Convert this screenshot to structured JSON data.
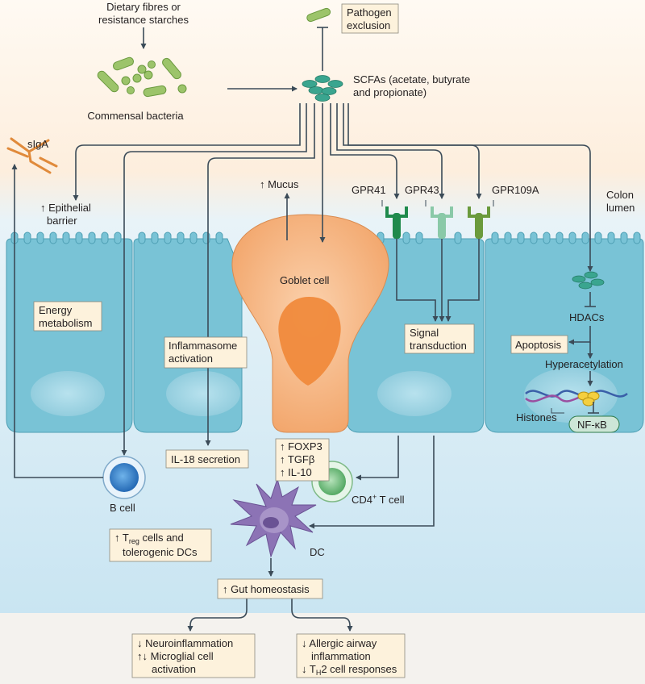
{
  "labels": {
    "dietary_fibres_line1": "Dietary fibres or",
    "dietary_fibres_line2": "resistance starches",
    "commensal_bacteria": "Commensal bacteria",
    "pathogen_line1": "Pathogen",
    "pathogen_line2": "exclusion",
    "scfas_line1": "SCFAs (acetate, butyrate",
    "scfas_line2": "and propionate)",
    "siga": "sIgA",
    "epithelial_line1": "↑ Epithelial",
    "epithelial_line2": "barrier",
    "mucus": "↑ Mucus",
    "gpr41": "GPR41",
    "gpr43": "GPR43",
    "gpr109a": "GPR109A",
    "colon_line1": "Colon",
    "colon_line2": "lumen",
    "goblet_cell": "Goblet cell",
    "energy_line1": "Energy",
    "energy_line2": "metabolism",
    "inflammasome_line1": "Inflammasome",
    "inflammasome_line2": "activation",
    "signal_line1": "Signal",
    "signal_line2": "transduction",
    "hdacs": "HDACs",
    "apoptosis": "Apoptosis",
    "hyperacetylation": "Hyperacetylation",
    "histones": "Histones",
    "nfkb": "NF-κB",
    "il18": "IL-18 secretion",
    "foxp3": "↑ FOXP3",
    "tgfb": "↑ TGFβ",
    "il10": "↑ IL-10",
    "cd4_prefix": "CD4",
    "cd4_sup": "+",
    "cd4_suffix": " T cell",
    "b_cell": "B cell",
    "treg_prefix": "↑ T",
    "treg_sub": "reg",
    "treg_suffix": " cells and",
    "tolerogenic": "tolerogenic DCs",
    "dc": "DC",
    "gut_homeostasis": "↑ Gut homeostasis",
    "neuro_line1": "↓ Neuroinflammation",
    "neuro_line2": "↑↓ Microglial cell",
    "neuro_line3": "activation",
    "allergic_line1": "↓ Allergic airway",
    "allergic_line2": "inflammation",
    "th2_prefix": "↓ T",
    "th2_sub": "H",
    "th2_suffix": "2 cell responses"
  },
  "colors": {
    "lumen_top": "#fdf0dd",
    "tissue_bg": "#ddeef6",
    "epithelial_cell": "#79c3d6",
    "goblet": "#f7b98a",
    "goblet_nucleus": "#f08a3c",
    "box_fill": "#fdf2dc",
    "bacteria": "#9cc46a",
    "scfa": "#3aa58f",
    "b_cell": "#2f7fc9",
    "t_cell": "#6dbf7a",
    "dc": "#8c73b5",
    "arrow": "#3b4b58"
  }
}
